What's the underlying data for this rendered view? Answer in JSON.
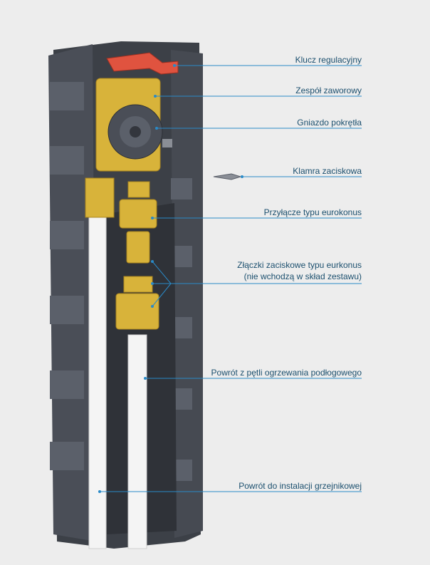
{
  "colors": {
    "background": "#ededed",
    "leader_line": "#2a8ac8",
    "label_text": "#1b4f6e",
    "housing": "#4a4e57",
    "housing_dark": "#33363d",
    "brass": "#d8b33a",
    "brass_dark": "#a9841f",
    "pipe": "#f4f4f4",
    "key_red": "#e0533f"
  },
  "labels": [
    {
      "id": "klucz",
      "text": "Klucz regulacyjny"
    },
    {
      "id": "zespol",
      "text": "Zespół zaworowy"
    },
    {
      "id": "gniazdo",
      "text": "Gniazdo pokrętła"
    },
    {
      "id": "klamra",
      "text": "Klamra zaciskowa"
    },
    {
      "id": "przylacze",
      "text": "Przyłącze typu eurokonus"
    },
    {
      "id": "zlaczki",
      "text": "Złączki zaciskowe typu eurkonus",
      "text2": "(nie wchodzą w skład zestawu)"
    },
    {
      "id": "powrot-petli",
      "text": "Powrót z pętli ogrzewania podłogowego"
    },
    {
      "id": "powrot-grzejnik",
      "text": "Powrót do instalacji grzejnikowej"
    }
  ]
}
